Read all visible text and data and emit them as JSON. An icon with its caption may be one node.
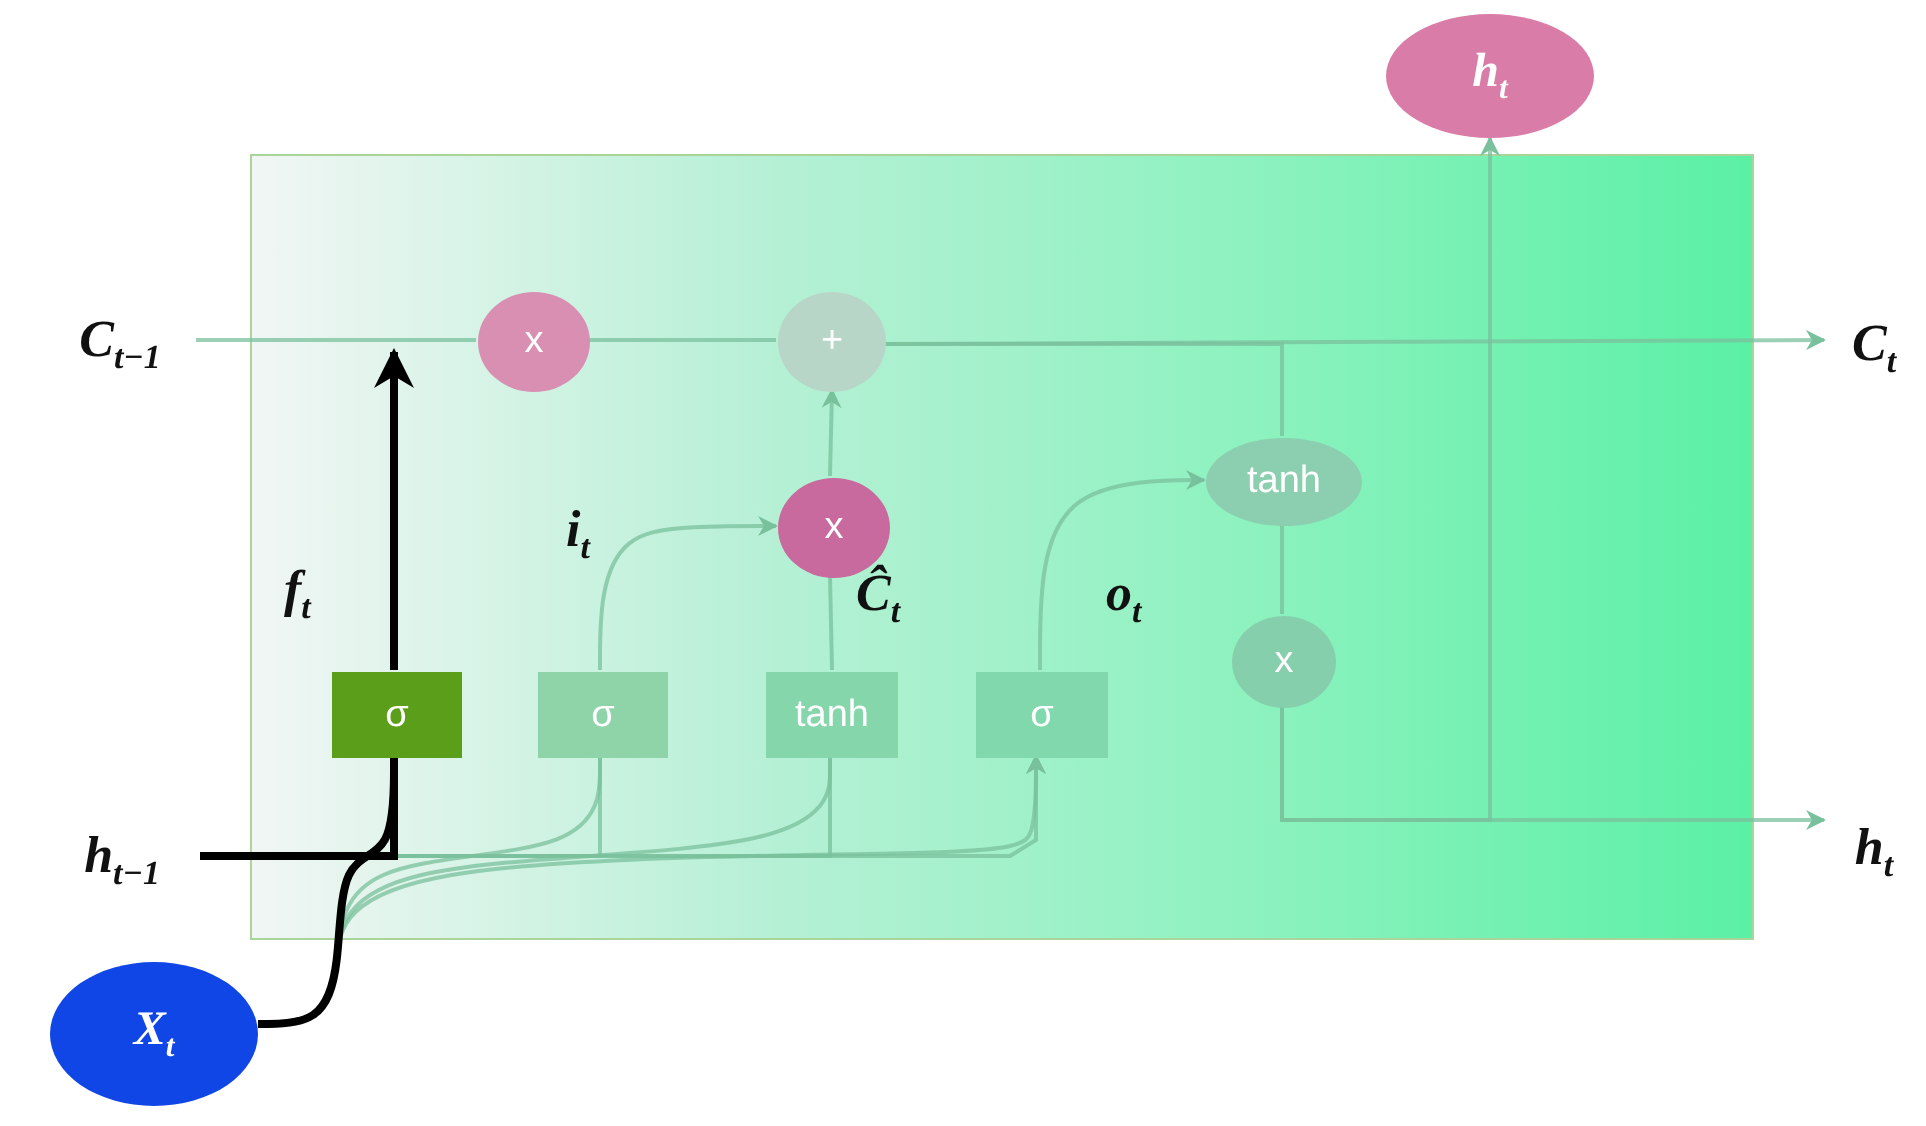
{
  "diagram": {
    "nodes": [
      {
        "text": [],
        "shape": "box"
      },
      {
        "text": [
          "C$_{t−1}$"
        ]
      },
      {
        "text": [
          "h$_{t−1}$"
        ]
      },
      {
        "text": [
          "X$_{t}$"
        ]
      },
      {
        "text": [
          "x"
        ],
        "in": 0
      },
      {
        "text": [
          "+"
        ],
        "in": 0
      },
      {
        "text": [
          "x"
        ],
        "in": 0
      },
      {
        "text": [
          "tanh"
        ],
        "in": 0
      },
      {
        "text": [
          "x"
        ],
        "in": 0
      },
      {
        "text": [
          "σ"
        ],
        "in": 0
      },
      {
        "text": [
          "σ"
        ],
        "in": 0
      },
      {
        "text": [
          "tanh"
        ],
        "in": 0
      },
      {
        "text": [
          "σ"
        ],
        "in": 0
      },
      {
        "text": [
          "h$_{t}$"
        ]
      },
      {
        "text": [
          "C$_{t}$"
        ]
      },
      {
        "text": [
          "h$_{t}$"
        ]
      }
    ],
    "edges": [
      {
        "from": 2,
        "to": 9,
        "arrow": "none",
        "style": "thick",
        "color": "#000000"
      },
      {
        "from": 3,
        "to": 9,
        "arrow": "none",
        "style": "thick",
        "color": "#000000"
      },
      {
        "from": 9,
        "to": null,
        "arrow": "to",
        "label": "f$_{t}$",
        "style": "thick",
        "color": "#000000"
      },
      {
        "from": 2,
        "to": 10,
        "arrow": "none"
      },
      {
        "from": 2,
        "to": 11,
        "arrow": "none"
      },
      {
        "from": 2,
        "to": 12,
        "arrow": "to"
      },
      {
        "from": 3,
        "to": 10,
        "arrow": "none"
      },
      {
        "from": 3,
        "to": 11,
        "arrow": "none"
      },
      {
        "from": 3,
        "to": 12,
        "arrow": "to"
      },
      {
        "from": 10,
        "to": 6,
        "arrow": "to",
        "label": "i$_{t}$"
      },
      {
        "from": 11,
        "to": 6,
        "arrow": "none",
        "label": "Ĉ$_{t}$"
      },
      {
        "from": 6,
        "to": 5,
        "arrow": "to"
      },
      {
        "from": 1,
        "to": 4,
        "arrow": "none"
      },
      {
        "from": 4,
        "to": 5,
        "arrow": "none"
      },
      {
        "from": 5,
        "to": 14,
        "arrow": "to"
      },
      {
        "from": 12,
        "to": 7,
        "arrow": "to",
        "label": "o$_{t}$"
      },
      {
        "from": 5,
        "to": 7,
        "arrow": "none"
      },
      {
        "from": 7,
        "to": 8,
        "arrow": "none"
      },
      {
        "from": 8,
        "to": 15,
        "arrow": "to"
      },
      {
        "from": 8,
        "to": 13,
        "arrow": "to"
      }
    ]
  }
}
